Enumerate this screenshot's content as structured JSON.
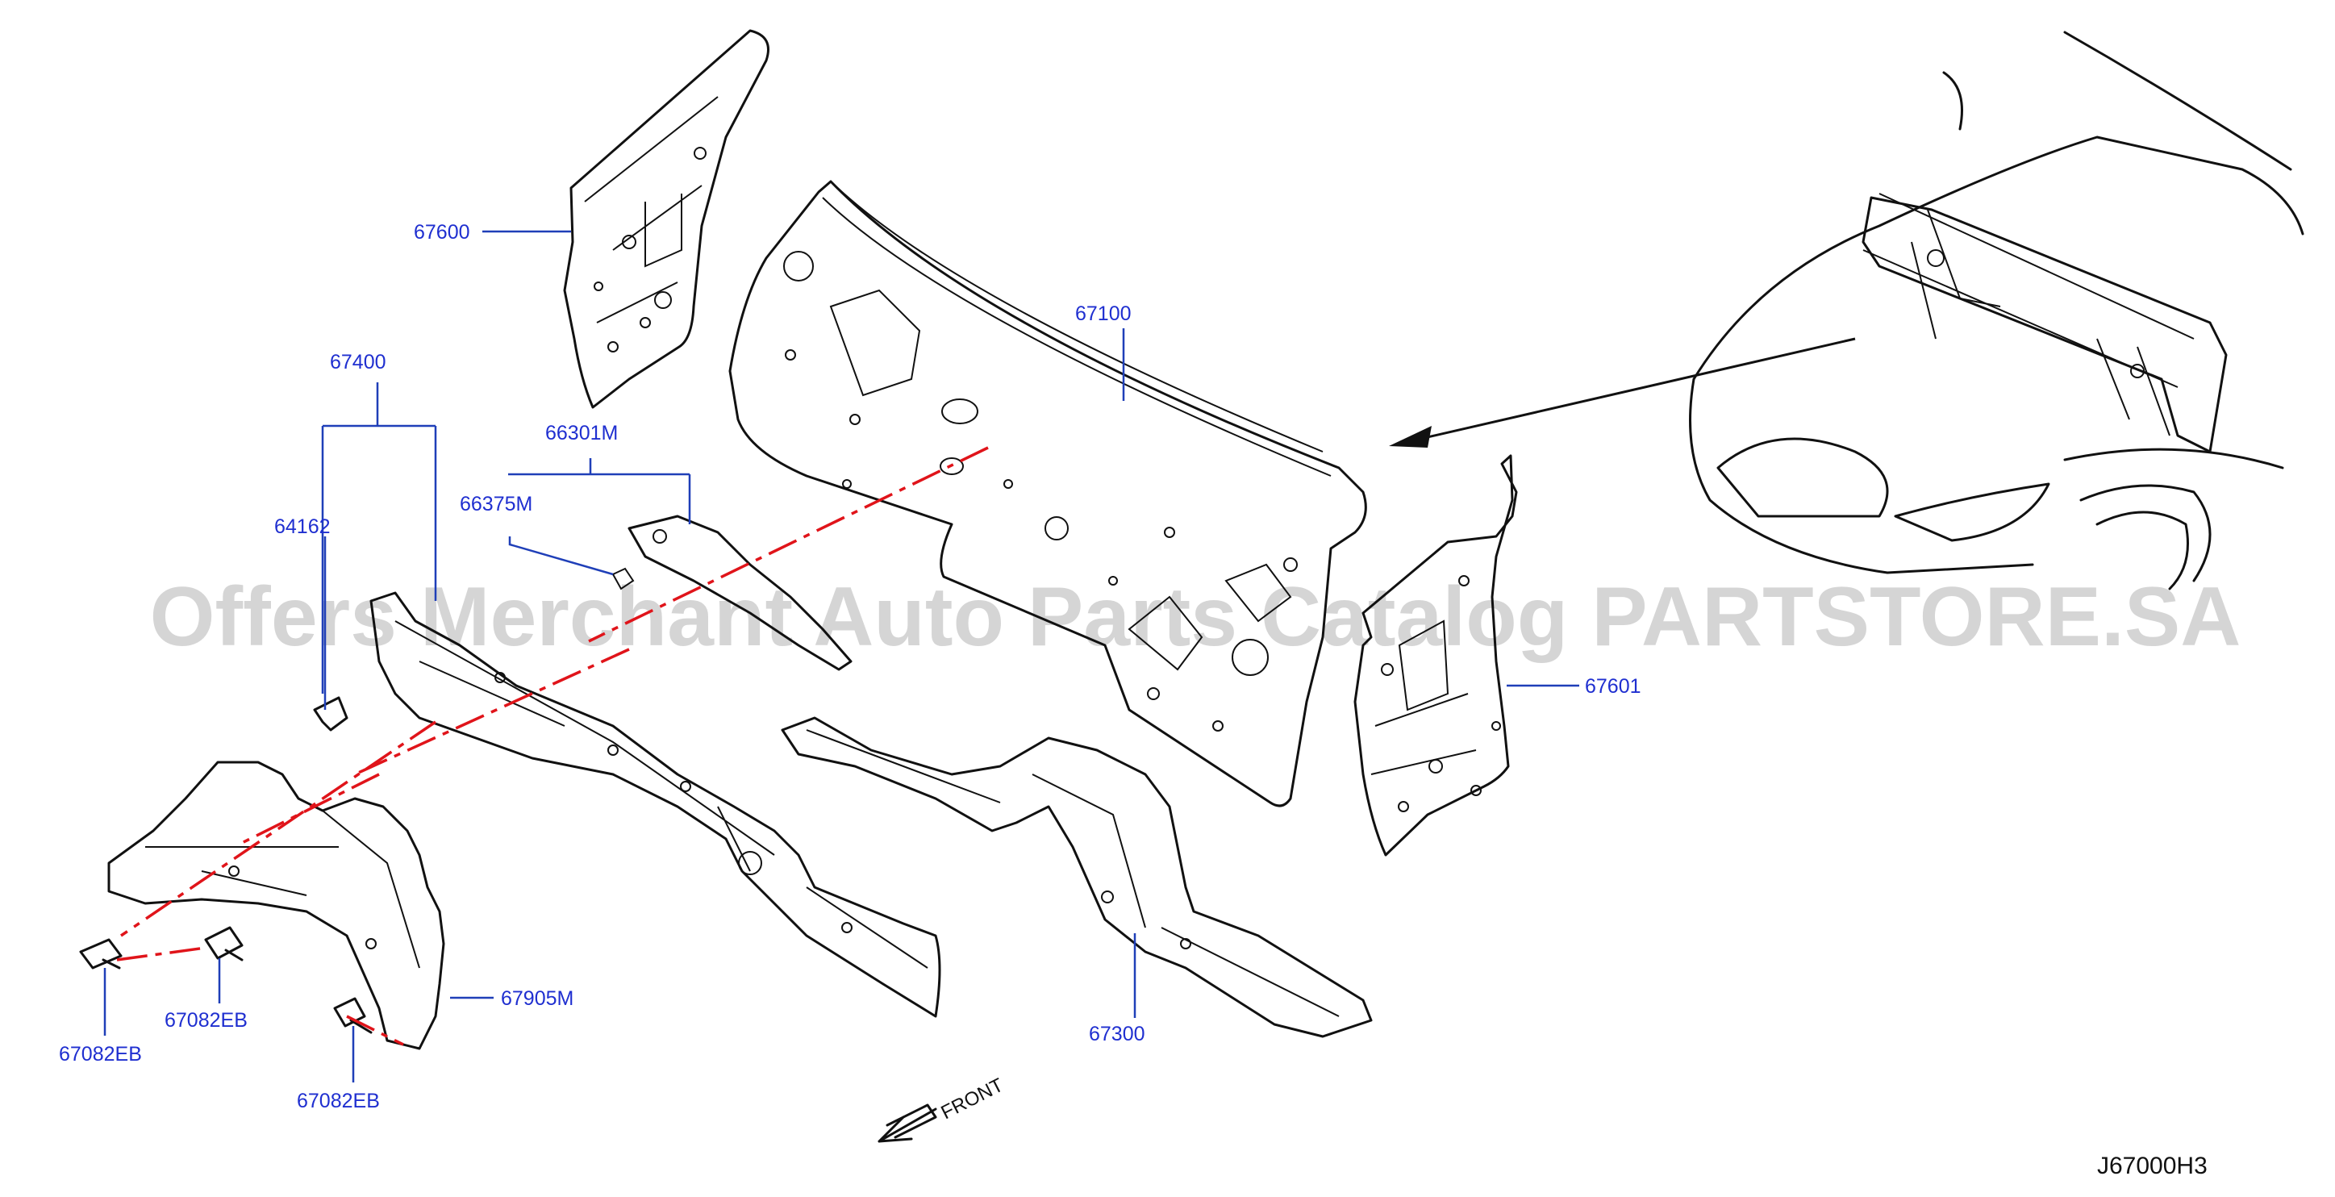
{
  "diagram": {
    "code": "J67000H3",
    "front_label": "FRONT",
    "watermark": "Offers Merchant Auto Parts Catalog PARTSTORE.SA"
  },
  "parts": [
    {
      "id": "p67600",
      "label": "67600"
    },
    {
      "id": "p67100",
      "label": "67100"
    },
    {
      "id": "p67400",
      "label": "67400"
    },
    {
      "id": "p66301M",
      "label": "66301M"
    },
    {
      "id": "p64162",
      "label": "64162"
    },
    {
      "id": "p66375M",
      "label": "66375M"
    },
    {
      "id": "p67601",
      "label": "67601"
    },
    {
      "id": "p67905M",
      "label": "67905M"
    },
    {
      "id": "p67300",
      "label": "67300"
    },
    {
      "id": "p67082EB_a",
      "label": "67082EB"
    },
    {
      "id": "p67082EB_b",
      "label": "67082EB"
    },
    {
      "id": "p67082EB_c",
      "label": "67082EB"
    }
  ]
}
